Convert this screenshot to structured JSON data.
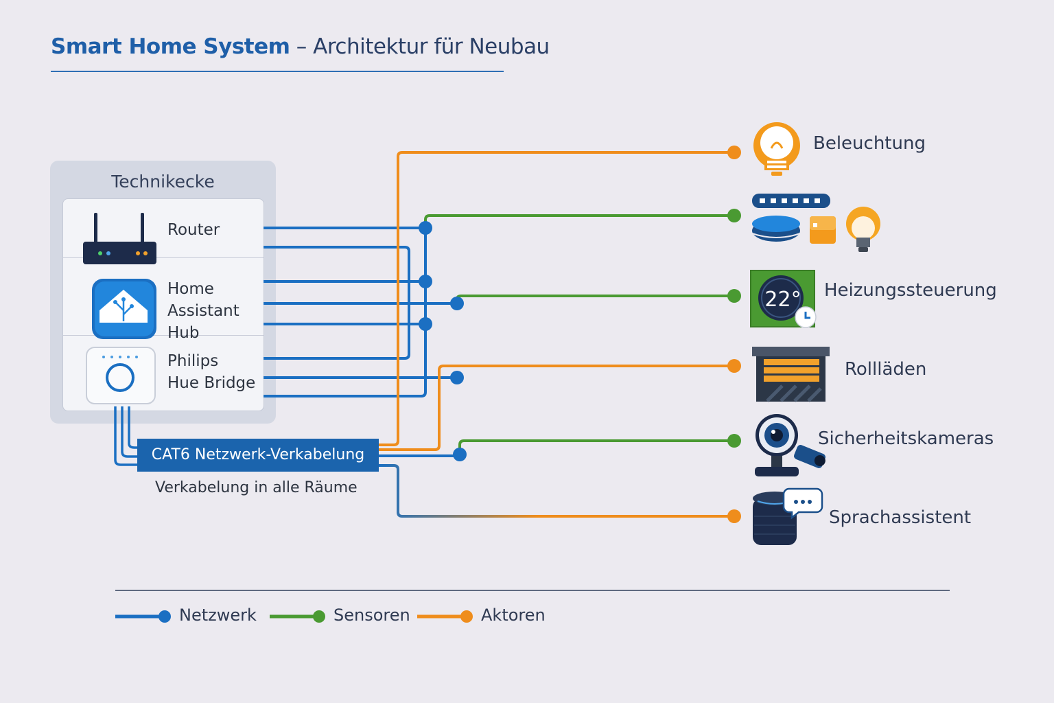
{
  "header": {
    "title_main": "Smart Home System",
    "title_rest": " – Architektur für Neubau"
  },
  "tech_area": {
    "title": "Technikecke",
    "devices": [
      {
        "id": "router",
        "line1": "Router",
        "line2": "",
        "icon": "router-icon"
      },
      {
        "id": "home-assistant",
        "line1": "Home",
        "line2": "Assistant Hub",
        "icon": "home-assistant-icon"
      },
      {
        "id": "hue-bridge",
        "line1": "Philips",
        "line2": "Hue Bridge",
        "icon": "hue-bridge-icon"
      }
    ]
  },
  "cabling": {
    "label": "CAT6 Netzwerk-Verkabelung",
    "sublabel": "Verkabelung in alle Räume"
  },
  "endpoints": [
    {
      "id": "lighting",
      "label": "Beleuchtung",
      "icon": "light-bulb-icon",
      "line_type": "actuator"
    },
    {
      "id": "smart-devices",
      "label": "",
      "icon": "smart-devices-icon",
      "line_type": "sensor"
    },
    {
      "id": "heating",
      "label": "Heizungssteuerung",
      "icon": "thermostat-icon",
      "value": "22°",
      "line_type": "sensor"
    },
    {
      "id": "shutters",
      "label": "Rollläden",
      "icon": "shutter-icon",
      "line_type": "actuator"
    },
    {
      "id": "cameras",
      "label": "Sicherheitskameras",
      "icon": "camera-icon",
      "line_type": "sensor"
    },
    {
      "id": "voice",
      "label": "Sprachassistent",
      "icon": "smart-speaker-icon",
      "line_type": "actuator"
    }
  ],
  "legend": [
    {
      "label": "Netzwerk",
      "color": "#1b6fc2"
    },
    {
      "label": "Sensoren",
      "color": "#4a9a32"
    },
    {
      "label": "Aktoren",
      "color": "#ef8d1c"
    }
  ],
  "colors": {
    "network": "#1b6fc2",
    "sensor": "#4a9a32",
    "actuator": "#ef8d1c",
    "title_blue": "#1f5fa8"
  }
}
